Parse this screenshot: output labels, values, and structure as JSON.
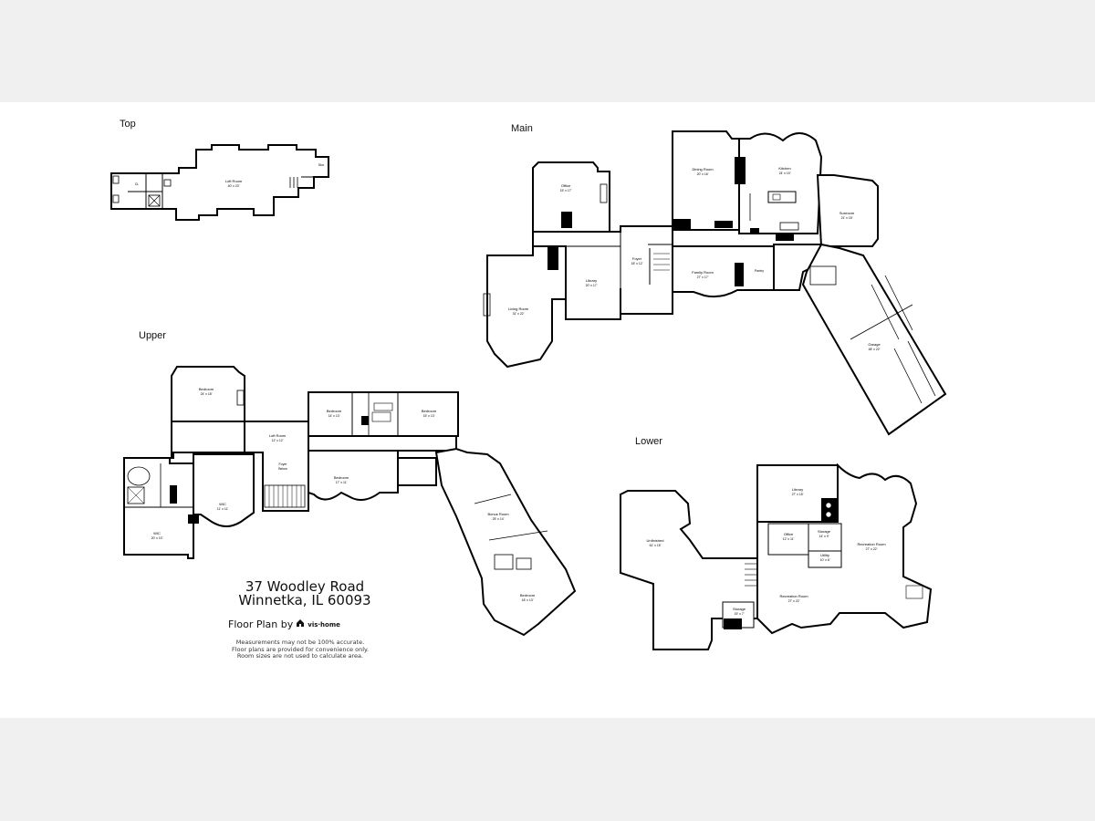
{
  "floors": {
    "top": {
      "label": "Top"
    },
    "main": {
      "label": "Main"
    },
    "upper": {
      "label": "Upper"
    },
    "lower": {
      "label": "Lower"
    }
  },
  "rooms": {
    "top": [
      {
        "name": "Loft Room",
        "dims": "40' x 23'"
      },
      {
        "name": "Stor",
        "dims": ""
      },
      {
        "name": "",
        "dims": "CL"
      }
    ],
    "main": [
      {
        "name": "Office",
        "dims": "15' x 17'"
      },
      {
        "name": "Dining Room",
        "dims": "20' x 16'"
      },
      {
        "name": "Kitchen",
        "dims": "24' x 19'"
      },
      {
        "name": "Sunroom",
        "dims": "21' x 15'"
      },
      {
        "name": "Living Room",
        "dims": "31' x 22'"
      },
      {
        "name": "Library",
        "dims": "20' x 17'"
      },
      {
        "name": "Foyer",
        "dims": "18' x 12'"
      },
      {
        "name": "Family Room",
        "dims": "27' x 17'"
      },
      {
        "name": "Pantry",
        "dims": ""
      },
      {
        "name": "Garage",
        "dims": "48' x 22'"
      }
    ],
    "upper": [
      {
        "name": "Bedroom",
        "dims": "24' x 18'"
      },
      {
        "name": "Bedroom",
        "dims": "14' x 13'"
      },
      {
        "name": "Bedroom",
        "dims": "15' x 13'"
      },
      {
        "name": "Loft Room",
        "dims": "12' x 12'"
      },
      {
        "name": "Foyer",
        "dims": "Below"
      },
      {
        "name": "Bedroom",
        "dims": "17' x 11'"
      },
      {
        "name": "WIC",
        "dims": "11' x 11'"
      },
      {
        "name": "WIC",
        "dims": "20' x 10'"
      },
      {
        "name": "Bonus Room",
        "dims": "25' x 14'"
      },
      {
        "name": "Bedroom",
        "dims": "18' x 13'"
      }
    ],
    "lower": [
      {
        "name": "Unfinished",
        "dims": "61' x 15'"
      },
      {
        "name": "Library",
        "dims": "27' x 15'"
      },
      {
        "name": "Office",
        "dims": "12' x 11'"
      },
      {
        "name": "Storage",
        "dims": "14' x 9'"
      },
      {
        "name": "Utility",
        "dims": "10' x 6'"
      },
      {
        "name": "Recreation Room",
        "dims": "27' x 22'"
      },
      {
        "name": "Recreation Room",
        "dims": "27' x 22'"
      },
      {
        "name": "Storage",
        "dims": "15' x 7'"
      }
    ]
  },
  "address": {
    "line1": "37 Woodley Road",
    "line2": "Winnetka, IL 60093"
  },
  "credit": {
    "label": "Floor Plan by",
    "brand": "vis·home"
  },
  "disclaimer": [
    "Measurements may not be 100% accurate.",
    "Floor plans are provided for convenience only.",
    "Room sizes are not used to calculate area."
  ]
}
